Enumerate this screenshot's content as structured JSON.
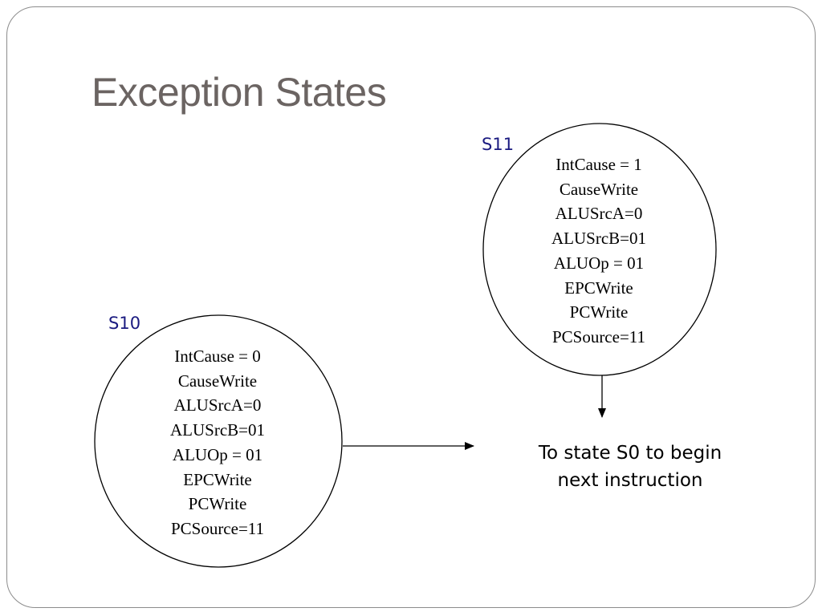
{
  "slide": {
    "title": "Exception States"
  },
  "states": [
    {
      "name": "S11",
      "lines": [
        "IntCause = 1",
        "CauseWrite",
        "ALUSrcA=0",
        "ALUSrcB=01",
        "ALUOp = 01",
        "EPCWrite",
        "PCWrite",
        "PCSource=11"
      ]
    },
    {
      "name": "S10",
      "lines": [
        "IntCause = 0",
        "CauseWrite",
        "ALUSrcA=0",
        "ALUSrcB=01",
        "ALUOp = 01",
        "EPCWrite",
        "PCWrite",
        "PCSource=11"
      ]
    }
  ],
  "next": {
    "line1": "To state S0 to begin",
    "line2": "next instruction"
  },
  "colors": {
    "title": "#6b6462",
    "state_label": "#1a1a80",
    "border": "#8c8c8c"
  }
}
